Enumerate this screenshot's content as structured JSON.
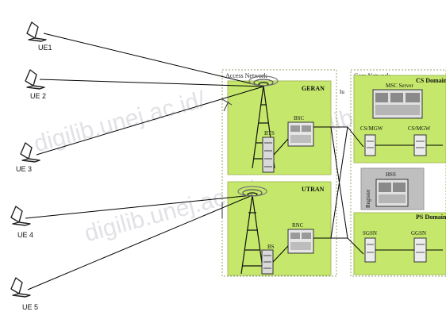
{
  "ues": [
    {
      "label": "UE1"
    },
    {
      "label": "UE 2"
    },
    {
      "label": "UE 3"
    },
    {
      "label": "UE 4"
    },
    {
      "label": "UE 5"
    }
  ],
  "access_network": {
    "title": "Access Network",
    "geran": {
      "title": "GERAN",
      "bts": "BTS",
      "bsc": "BSC"
    },
    "utran": {
      "title": "UTRAN",
      "bs": "BS",
      "rnc": "RNC"
    }
  },
  "interface_label": "Iu",
  "core_network": {
    "title": "Core Network",
    "cs_domain": {
      "title": "CS Domain",
      "msc_server": "MSC Server",
      "cs_mgw_1": "CS/MGW",
      "cs_mgw_2": "CS/MGW"
    },
    "register": {
      "label": "Register",
      "hss": "HSS"
    },
    "ps_domain": {
      "title": "PS Domain",
      "sgsn": "SGSN",
      "ggsn": "GGSN"
    }
  },
  "watermark": "digilib.unej.ac.id/",
  "colors": {
    "green_panel": "#c5e86c",
    "dashed_border": "#8fa36a",
    "gray_register": "#bfbfbf"
  }
}
